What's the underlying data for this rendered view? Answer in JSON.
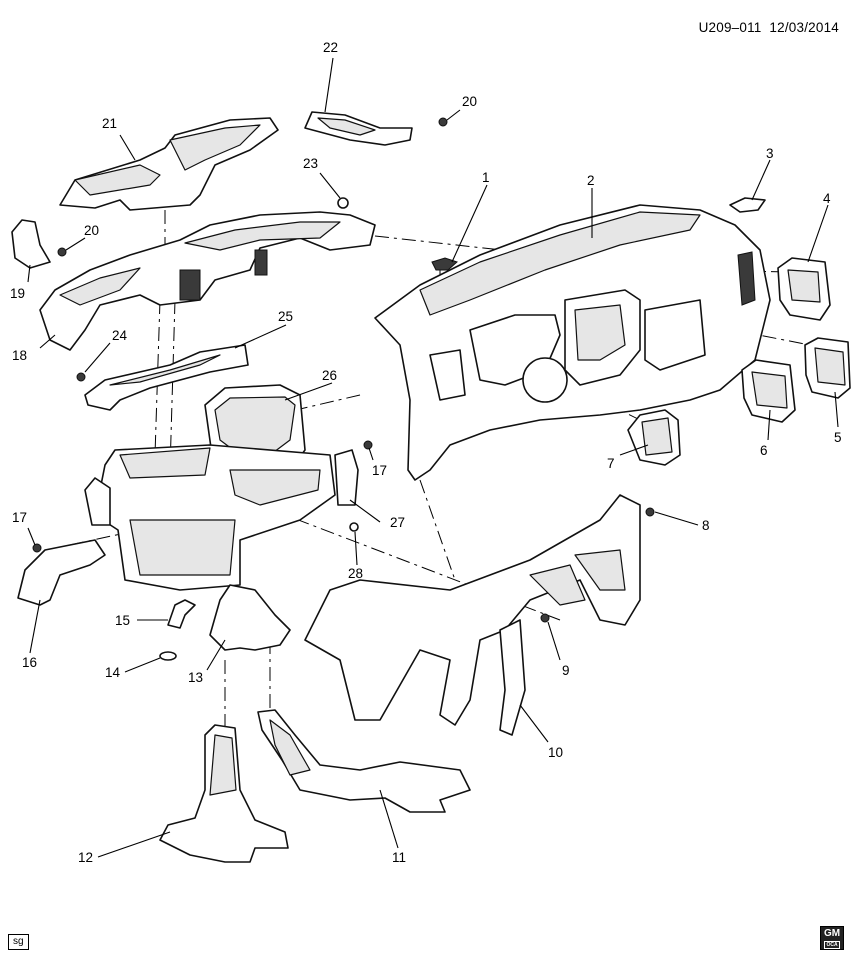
{
  "header": {
    "code": "U209–011",
    "date": "12/03/2014"
  },
  "footer": {
    "sg_label": "sg",
    "logo_text": "GM",
    "logo_subtext": "OCA"
  },
  "callouts": [
    {
      "n": "1"
    },
    {
      "n": "2"
    },
    {
      "n": "3"
    },
    {
      "n": "4"
    },
    {
      "n": "5"
    },
    {
      "n": "6"
    },
    {
      "n": "7"
    },
    {
      "n": "8"
    },
    {
      "n": "9"
    },
    {
      "n": "10"
    },
    {
      "n": "11"
    },
    {
      "n": "12"
    },
    {
      "n": "13"
    },
    {
      "n": "14"
    },
    {
      "n": "15"
    },
    {
      "n": "16"
    },
    {
      "n": "17"
    },
    {
      "n": "17"
    },
    {
      "n": "18"
    },
    {
      "n": "19"
    },
    {
      "n": "20"
    },
    {
      "n": "20"
    },
    {
      "n": "21"
    },
    {
      "n": "22"
    },
    {
      "n": "23"
    },
    {
      "n": "24"
    },
    {
      "n": "25"
    },
    {
      "n": "26"
    },
    {
      "n": "27"
    },
    {
      "n": "28"
    }
  ]
}
